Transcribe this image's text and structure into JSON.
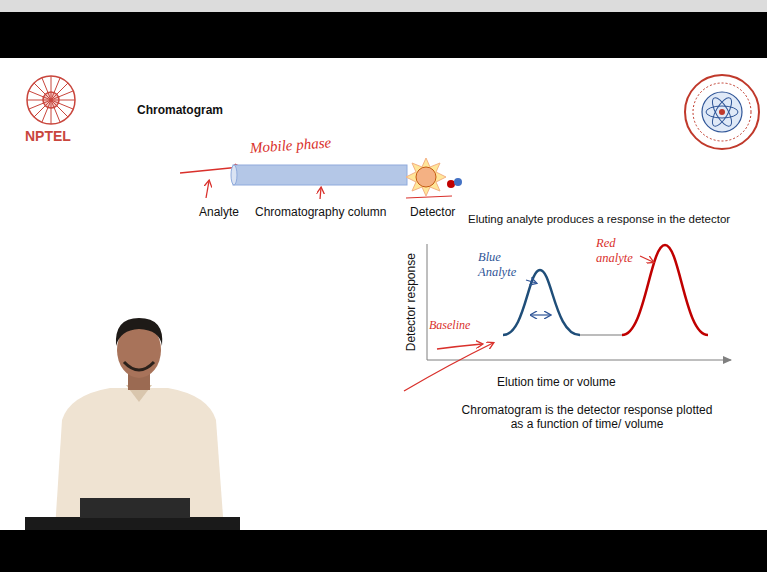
{
  "diagram": {
    "title": "Chromatogram",
    "labels": [
      "NPTEL",
      "Mobile phase",
      "Analyte",
      "Chromatography column",
      "Detector",
      "Eluting analyte produces a response in the detector",
      "Blue Analyte",
      "Red analyte",
      "Baseline",
      "Detector response",
      "Elution time or volume",
      "Chromatogram is the detector response plotted as a function of time/ volume"
    ]
  }
}
